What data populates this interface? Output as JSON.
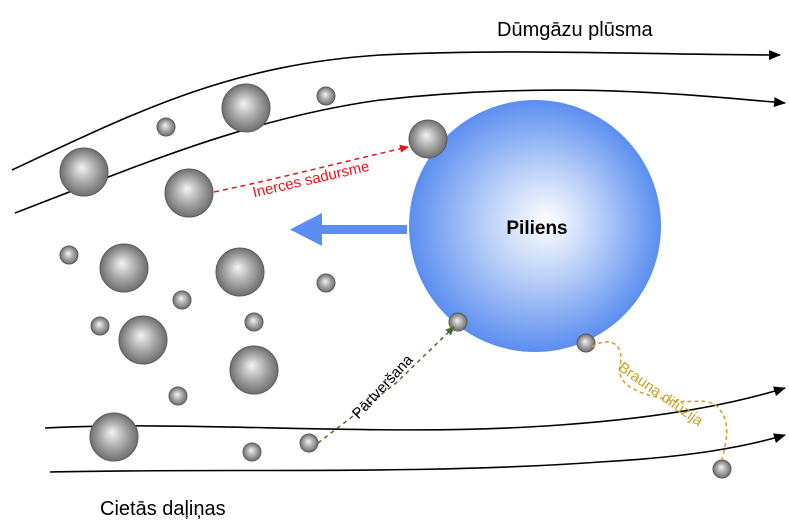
{
  "labels": {
    "flue_gas_flow": "Dūmgāzu plūsma",
    "solid_particles": "Cietās daļiņas",
    "droplet": "Piliens",
    "inertial_impaction": "Inerces sadursme",
    "interception": "Pārtveršana",
    "brownian_diffusion": "Brauna difūzija"
  },
  "colors": {
    "inertial_impaction": "#e8141c",
    "interception": "#4a6b2a",
    "brownian_diffusion": "#c9a227",
    "droplet_center": "#ffffff",
    "droplet_edge": "#5b8ef0",
    "arrow": "#5b8ef0"
  }
}
